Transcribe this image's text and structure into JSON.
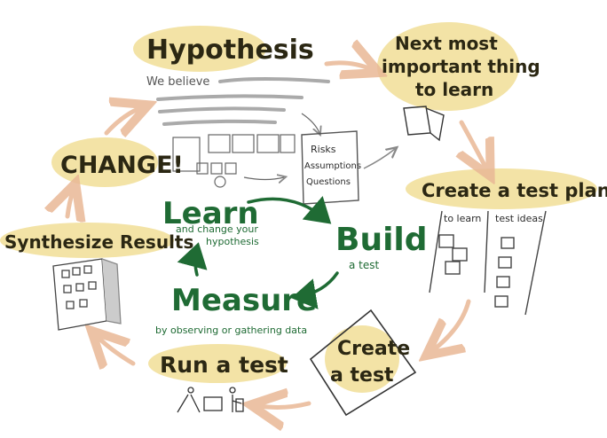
{
  "steps": {
    "hypothesis": "Hypothesis",
    "we_believe": "We believe",
    "next_line1": "Next most",
    "next_line2": "important thing",
    "next_line3": "to learn",
    "create_plan": "Create a test plan",
    "to_learn": "to learn",
    "test_ideas": "test ideas",
    "create_test_line1": "Create",
    "create_test_line2": "a test",
    "run_test": "Run a test",
    "synthesize": "Synthesize Results",
    "change": "CHANGE!"
  },
  "risks": {
    "line1": "Risks",
    "line2": "Assumptions",
    "line3": "Questions"
  },
  "cycle": {
    "learn": "Learn",
    "learn_sub1": "and change your",
    "learn_sub2": "hypothesis",
    "build": "Build",
    "build_sub": "a test",
    "measure": "Measure",
    "measure_sub": "by observing or gathering data"
  },
  "colors": {
    "highlight": "#f3e3a6",
    "arrow": "#e9b896",
    "green": "#1f6b34",
    "ink": "#2b2713"
  }
}
